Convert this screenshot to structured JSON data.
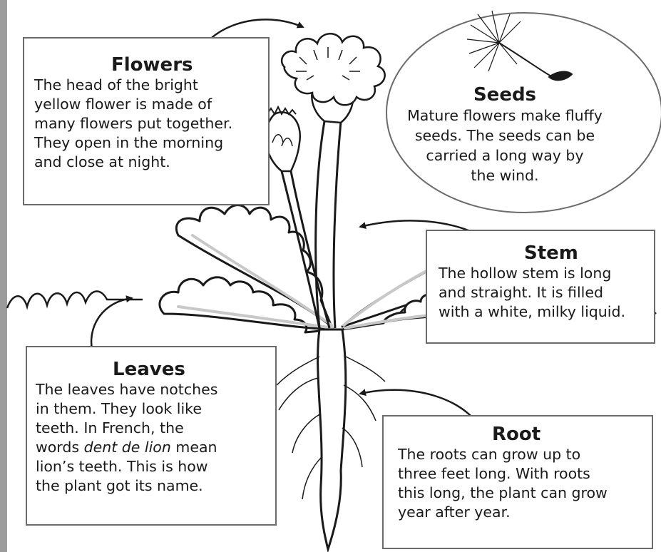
{
  "labels": {
    "flowers": {
      "title": "Flowers",
      "text": "The head of the bright\nyellow flower is made of\nmany flowers put together.\nThey open in the morning\nand close at night."
    },
    "seeds": {
      "title": "Seeds",
      "text": "Mature flowers make fluffy\nseeds. The seeds can be\ncarried a long way by\nthe wind."
    },
    "stem": {
      "title": "Stem",
      "text": "The hollow stem is long\nand straight. It is filled\nwith a white, milky liquid."
    },
    "leaves": {
      "title": "Leaves",
      "line1": "The leaves have notches",
      "line2": "in them. They look like",
      "line3": "teeth. In French, the",
      "line4_prefix": "words ",
      "line4_italic": "dent de lion",
      "line4_suffix": " mean",
      "line5": "lion’s teeth. This is how",
      "line6": "the plant got its name."
    },
    "root": {
      "title": "Root",
      "text": "The roots can grow up to\nthree feet long. With roots\nthis long, the plant can grow\nyear after year."
    }
  },
  "colors": {
    "box_border": "#6b6b6b",
    "ink": "#1a1a1a",
    "left_rule": "#9b9b9b"
  }
}
